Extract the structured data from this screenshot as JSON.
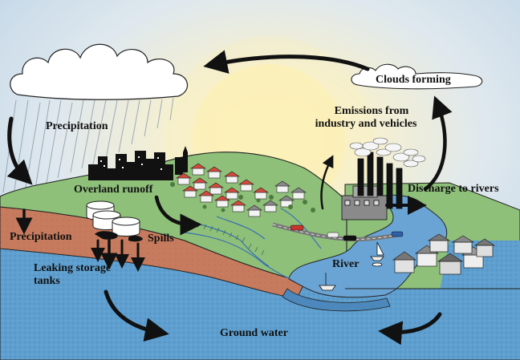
{
  "diagram": {
    "labels": {
      "clouds_forming": "Clouds forming",
      "precipitation_sky": "Precipitation",
      "emissions_line1": "Emissions from",
      "emissions_line2": "industry and vehicles",
      "overland_runoff": "Overland runoff",
      "discharge": "Discharge to rivers",
      "precipitation_soil": "Precipitation",
      "spills": "Spills",
      "river": "River",
      "leaking_line1": "Leaking storage",
      "leaking_line2": "tanks",
      "ground_water": "Ground water"
    },
    "colors": {
      "sky": "#c9dcea",
      "sun": "#fbf0b2",
      "land": "#8ec07a",
      "soil": "#c77b5e",
      "ground_water": "#5e9fcf",
      "river": "#6aa4d4",
      "city": "#111111",
      "arrow": "#111111"
    }
  }
}
